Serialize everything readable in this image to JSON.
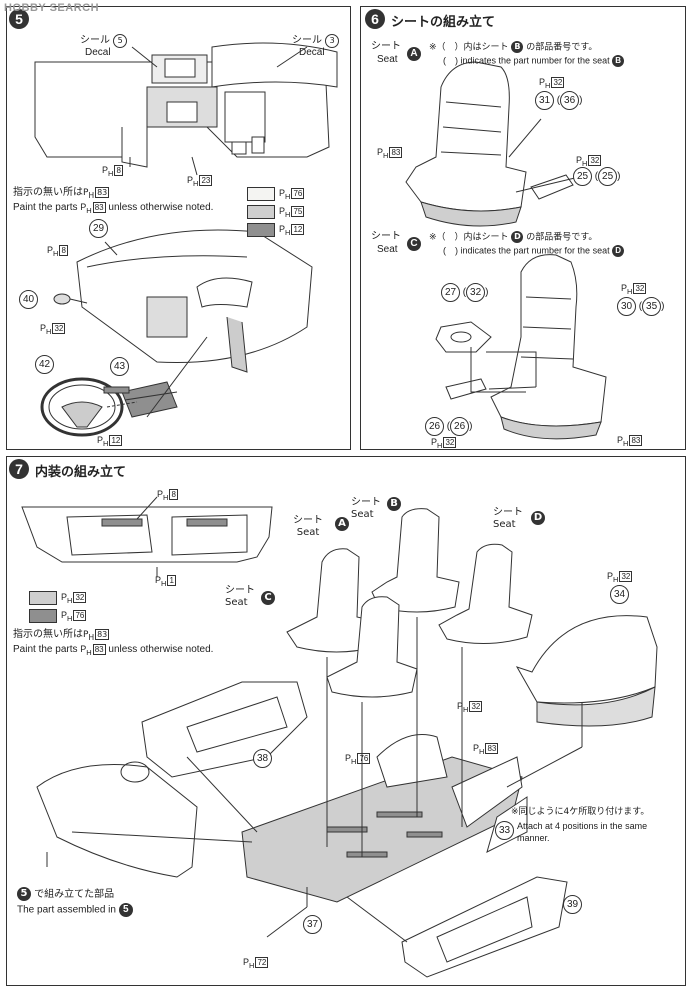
{
  "watermark": "HOBBY SEARCH",
  "section5": {
    "number": "5",
    "seal_left_jp": "シール",
    "seal_left_num": "5",
    "decal_left": "Decal",
    "seal_right_jp": "シール",
    "seal_right_num": "3",
    "decal_right": "Decal",
    "ph_labels": [
      "8",
      "23",
      "8",
      "32",
      "12"
    ],
    "note_jp": "指示の無い所は",
    "note_jp_ph": "83",
    "note_en": "Paint the parts",
    "note_en_ph": "83",
    "note_en_tail": "unless otherwise noted.",
    "legend": [
      {
        "color": "#f4f4f2",
        "ph": "76"
      },
      {
        "color": "#cfcfcf",
        "ph": "75"
      },
      {
        "color": "#8f8f8f",
        "ph": "12"
      }
    ],
    "parts": [
      "29",
      "40",
      "42",
      "43"
    ]
  },
  "section6": {
    "number": "6",
    "title": "シートの組み立て",
    "seat_a": {
      "seat_jp": "シート",
      "seat_en": "Seat",
      "badge": "A",
      "note_jp_a": "※（　）内はシート",
      "note_jp_badge": "B",
      "note_jp_b": "の部品番号です。",
      "note_en_a": "(　) indicates the part number for the seat",
      "note_en_badge": "B",
      "parts": [
        {
          "main": "31",
          "alt": "36",
          "ph": "32"
        },
        {
          "main": "25",
          "alt": "25",
          "ph": "32"
        }
      ],
      "seat_ph": "83"
    },
    "seat_c": {
      "seat_jp": "シート",
      "seat_en": "Seat",
      "badge": "C",
      "note_jp_a": "※（　）内はシート",
      "note_jp_badge": "D",
      "note_jp_b": "の部品番号です。",
      "note_en_a": "(　) indicates the part number for the seat",
      "note_en_badge": "D",
      "parts": [
        {
          "main": "27",
          "alt": "32"
        },
        {
          "main": "30",
          "alt": "35",
          "ph": "32"
        },
        {
          "main": "26",
          "alt": "26",
          "ph": "32"
        }
      ],
      "seat_ph": "83"
    }
  },
  "section7": {
    "number": "7",
    "title": "内装の組み立て",
    "ph_top": "8",
    "ph_top2": "1",
    "legend": [
      {
        "color": "#cfcfcf",
        "ph": "32"
      },
      {
        "color": "#8f8f8f",
        "ph": "76"
      }
    ],
    "note_jp": "指示の無い所は",
    "note_jp_ph": "83",
    "note_en": "Paint the parts",
    "note_en_ph": "83",
    "note_en_tail": "unless otherwise noted.",
    "seat_labels": [
      {
        "jp": "シート",
        "en": "Seat",
        "badge": "A"
      },
      {
        "jp": "シート",
        "en": "Seat",
        "badge": "B"
      },
      {
        "jp": "シート",
        "en": "Seat",
        "badge": "C"
      },
      {
        "jp": "シート",
        "en": "Seat",
        "badge": "D"
      }
    ],
    "parts": [
      "38",
      "34",
      "33",
      "37",
      "39"
    ],
    "ph_labels": [
      "32",
      "76",
      "83",
      "32",
      "72"
    ],
    "attach_jp": "※同じように4ケ所取り付けます。",
    "attach_en_1": "Attach at 4 positions in the same",
    "attach_en_2": "manner.",
    "assembled_jp": "で組み立てた部品",
    "assembled_badge": "5",
    "assembled_en": "The part assembled in",
    "assembled_en_badge": "5"
  }
}
